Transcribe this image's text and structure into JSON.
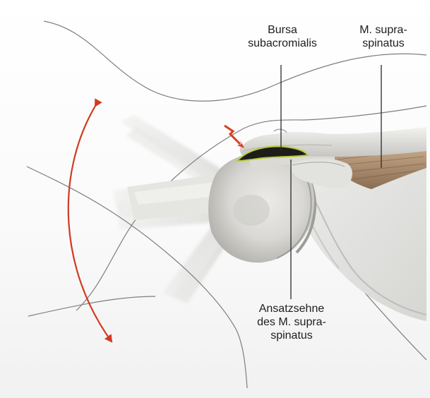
{
  "labels": {
    "bursa": [
      "Bursa",
      "subacromialis"
    ],
    "supraspinatus": [
      "M. supra-",
      "spinatus"
    ],
    "ansatz": [
      "Ansatzsehne",
      "des M. supra-",
      "spinatus"
    ]
  },
  "background_text": [
    "",
    "",
    "",
    "",
    "",
    ""
  ],
  "colors": {
    "arrow": "#d23a22",
    "impingement": "#d8401e",
    "bone": "#eeeeec",
    "bone_shadow": "#a7a7a3",
    "muscle": "#a5876a",
    "bursa_fill": "#1d1d1a",
    "bursa_edge": "#b9cc3e",
    "outline": "#7d7d7d",
    "leader": "#2a2a2a"
  }
}
